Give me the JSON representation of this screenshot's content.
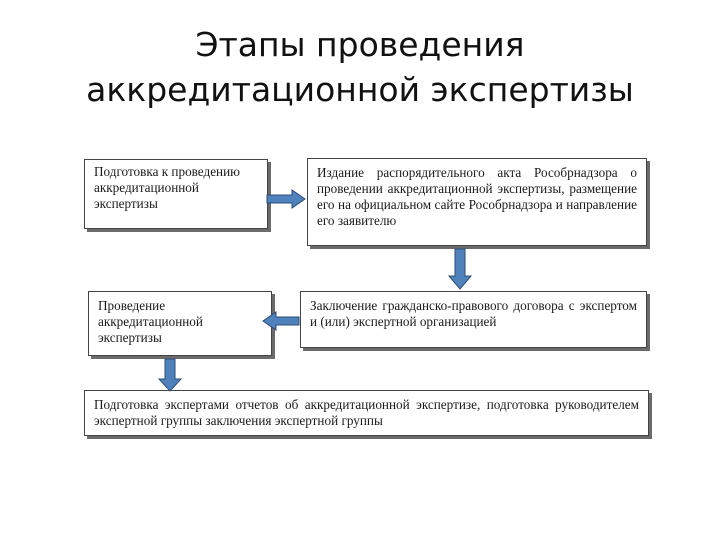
{
  "title": {
    "line1": "Этапы проведения",
    "line2": "аккредитационной экспертизы"
  },
  "steps": [
    {
      "text": "Подготовка к проведению аккредитационной экспертизы"
    },
    {
      "text": "Издание распорядительного акта Рособрнадзора о проведении аккредитационной экспертизы, размещение его на официальном сайте Рособрнадзора и направление его заявителю"
    },
    {
      "text": "Заключение гражданско-правового договора с экспертом и (или) экспертной организацией"
    },
    {
      "text": "Проведение аккредитационной экспертизы"
    },
    {
      "text": "Подготовка экспертами отчетов об аккредитационной экспертизе, подготовка руководителем экспертной группы заключения экспертной группы"
    }
  ],
  "colors": {
    "arrow_fill": "#4f81bd",
    "arrow_stroke": "#2c4d75"
  }
}
